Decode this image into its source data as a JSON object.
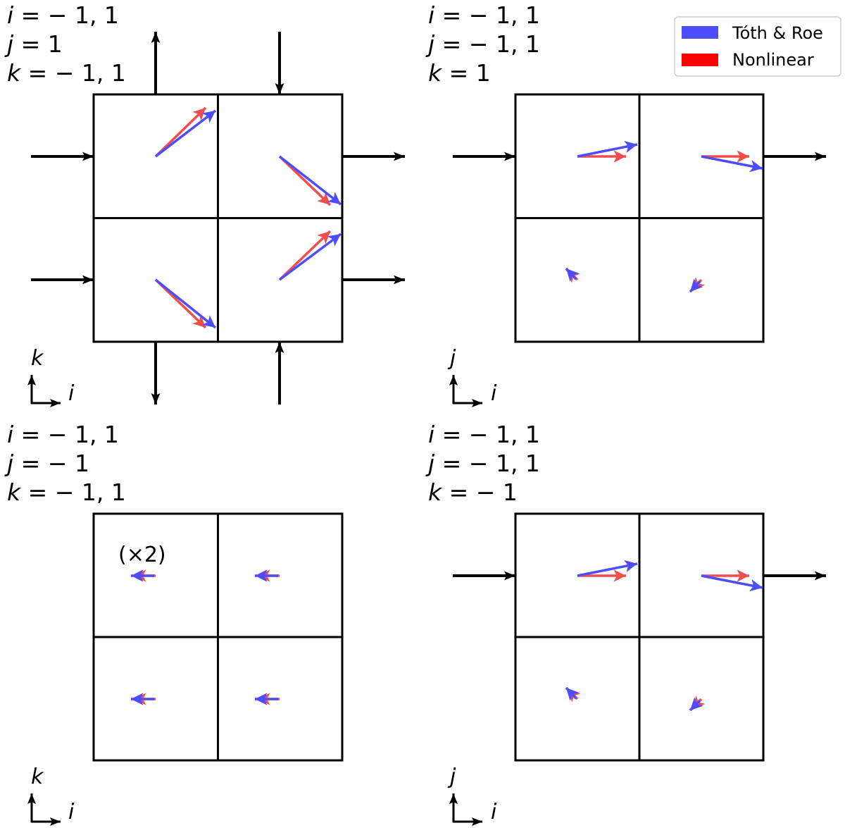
{
  "legend": {
    "entries": [
      {
        "label": "Tóth & Roe",
        "color": "#4d4dff"
      },
      {
        "label": "Nonlinear",
        "color": "#ff0000"
      }
    ]
  },
  "colors": {
    "toth_roe_arrow": "#4d4dff",
    "nonlinear_arrow": "#f24d4d",
    "frame": "#000000"
  },
  "panels": [
    {
      "id": "top-left",
      "labels": [
        {
          "var": "i",
          "rest": " = − 1, 1"
        },
        {
          "var": "j",
          "rest": " = 1"
        },
        {
          "var": "k",
          "rest": " = − 1, 1"
        }
      ],
      "axes": {
        "vertical": "k",
        "horizontal": "i"
      },
      "note": ""
    },
    {
      "id": "top-right",
      "labels": [
        {
          "var": "i",
          "rest": " = − 1, 1"
        },
        {
          "var": "j",
          "rest": " = − 1, 1"
        },
        {
          "var": "k",
          "rest": " = 1"
        }
      ],
      "axes": {
        "vertical": "j",
        "horizontal": "i"
      },
      "note": ""
    },
    {
      "id": "bottom-left",
      "labels": [
        {
          "var": "i",
          "rest": " = − 1, 1"
        },
        {
          "var": "j",
          "rest": " = − 1"
        },
        {
          "var": "k",
          "rest": " = − 1, 1"
        }
      ],
      "axes": {
        "vertical": "k",
        "horizontal": "i"
      },
      "note": "(×2)"
    },
    {
      "id": "bottom-right",
      "labels": [
        {
          "var": "i",
          "rest": " = − 1, 1"
        },
        {
          "var": "j",
          "rest": " = − 1, 1"
        },
        {
          "var": "k",
          "rest": " = − 1"
        }
      ],
      "axes": {
        "vertical": "j",
        "horizontal": "i"
      },
      "note": ""
    }
  ]
}
